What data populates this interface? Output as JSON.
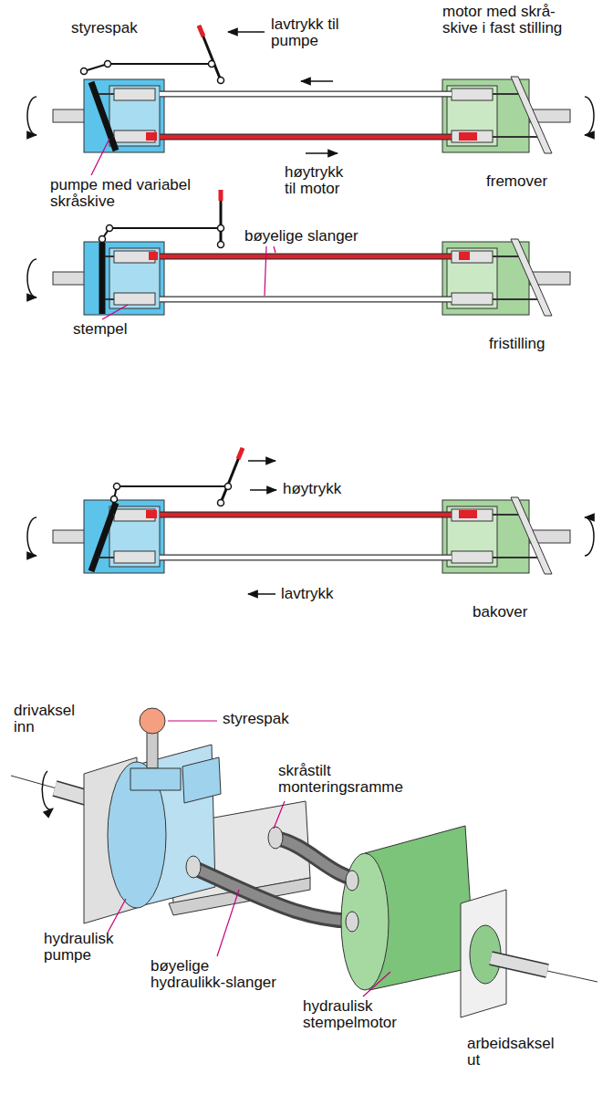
{
  "diagram": {
    "labels": [
      "styrespak",
      "lavtrykk til pumpe",
      "motor med skrå- skive i fast stilling",
      "høytrykk til motor",
      "pumpe med variabel skråskive",
      "fremover",
      "bøyelige slanger",
      "stempel",
      "fristilling",
      "høytrykk",
      "lavtrykk",
      "bakover",
      "drivaksel inn",
      "styrespak",
      "skråstilt monteringsramme",
      "hydraulisk pumpe",
      "bøyelige hydraulikk-slanger",
      "hydraulisk stempelmotor",
      "arbeidsaksel ut"
    ]
  }
}
